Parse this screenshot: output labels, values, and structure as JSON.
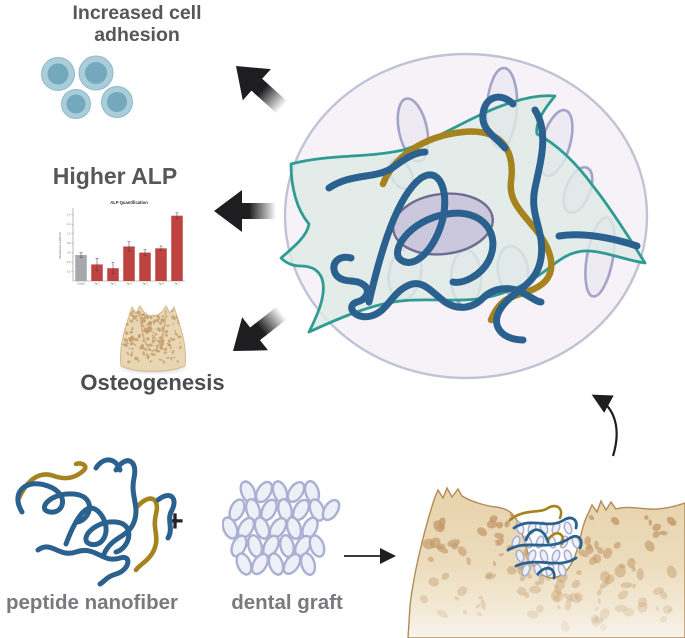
{
  "labels": {
    "increased_cell_adhesion": "Increased cell adhesion",
    "higher_alp": "Higher ALP",
    "osteogenesis": "Osteogenesis",
    "peptide_nanofiber": "peptide nanofiber",
    "dental_graft": "dental graft",
    "plus": "+"
  },
  "icons": {
    "adhered-cells-icon": "four overlapping round cells",
    "healed-socket-bone-icon": "tan bone block with healed extraction socket",
    "cell-on-scaffold-illustration": "spread cell with nanofibers and graft granules inside circle",
    "peptide-nanofiber-illustration": "tangled blue and gold fiber strands",
    "dental-graft-illustration": "cluster of granule ellipses",
    "alveolar-bone-defect-illustration": "bone ridge cross-section, socket filled with graft and fibers",
    "arrow-up-left-icon": "black block arrow fading tail",
    "arrow-left-icon": "black block arrow fading tail",
    "arrow-down-left-icon": "black block arrow fading tail",
    "arrow-right-icon": "thin black arrow",
    "curved-arrow-up-icon": "thin curved black arrow"
  },
  "colors": {
    "text_dark": "#565759",
    "text_darker": "#4b4c4f",
    "text_medium": "#797a7d",
    "arrow_black": "#1e1e20",
    "fiber_blue": "#2b618e",
    "fiber_gold": "#a5831d",
    "cell_teal": "#2f9c93",
    "cell_fill": "#dfeae6",
    "petal_stroke": "#a2a5c8",
    "petal_fill": "#edeaf4",
    "nucleus_fill": "#cbc7dc",
    "nucleus_stroke": "#6e6c90",
    "circle_fill": "#f7f2f7",
    "circle_stroke": "#bfc3d4",
    "bone_tan": "#e9d6b2",
    "bone_outline": "#b18b59",
    "bone_speckle": "#c49a6b",
    "cellblue_fill": "#a9ceda",
    "cellblue_stroke": "#8fb9c9",
    "cellblue_nucleus": "#74a8bc",
    "graft_stroke": "#a9b0d2",
    "graft_fill": "#eef0f8"
  },
  "chart_data": {
    "type": "bar",
    "title": "ALP Quantification",
    "xlabel": "",
    "ylabel": "Absorbance at 405 nm",
    "categories": [
      "Control",
      "Grp 2",
      "Grp 3",
      "Grp 4",
      "Grp 5",
      "Grp 6",
      "Grp 7"
    ],
    "values": [
      0.55,
      0.35,
      0.27,
      0.73,
      0.6,
      0.69,
      1.38
    ],
    "errors": [
      0.05,
      0.13,
      0.12,
      0.1,
      0.06,
      0.05,
      0.06
    ],
    "bar_colors": [
      "#a6a8ab",
      "#bf4341",
      "#bf4341",
      "#bf4341",
      "#bf4341",
      "#bf4341",
      "#bf4341"
    ],
    "ylim": [
      0,
      1.5
    ],
    "yticks": [
      0.2,
      0.4,
      0.6,
      0.8,
      1.0,
      1.2,
      1.4
    ],
    "grid": false,
    "legend": null
  }
}
